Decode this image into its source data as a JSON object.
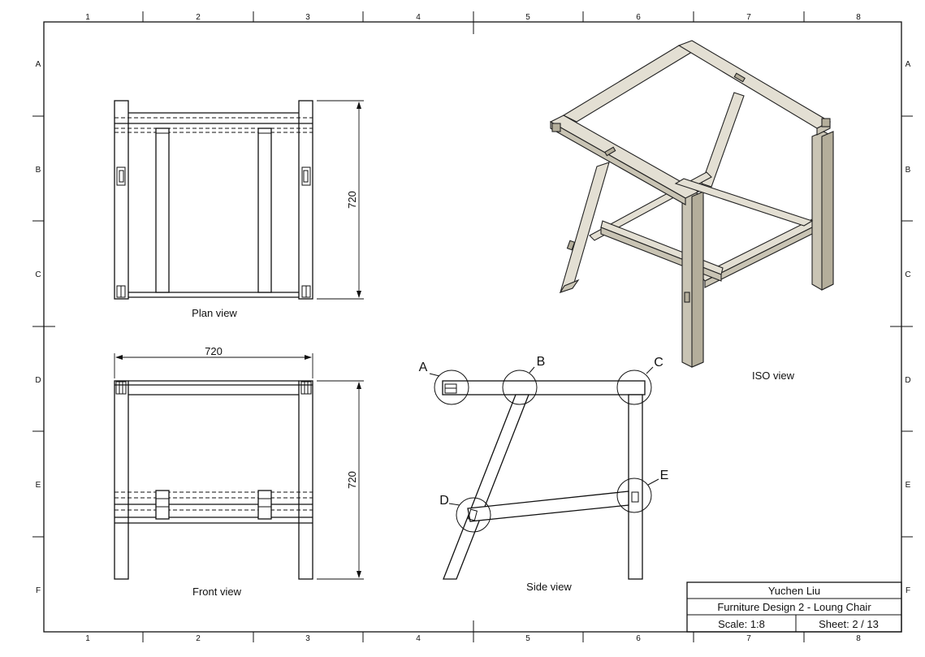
{
  "border": {
    "columns": [
      "1",
      "2",
      "3",
      "4",
      "5",
      "6",
      "7",
      "8"
    ],
    "rows": [
      "A",
      "B",
      "C",
      "D",
      "E",
      "F"
    ]
  },
  "views": {
    "plan": "Plan view",
    "front": "Front view",
    "side": "Side view",
    "iso": "ISO view"
  },
  "dimensions": {
    "plan_depth": "720",
    "front_width": "720",
    "front_height": "720"
  },
  "detail_callouts": [
    "A",
    "B",
    "C",
    "D",
    "E"
  ],
  "title_block": {
    "author": "Yuchen Liu",
    "title": "Furniture Design 2 - Loung Chair",
    "scale": "Scale: 1:8",
    "sheet": "Sheet: 2 / 13"
  }
}
